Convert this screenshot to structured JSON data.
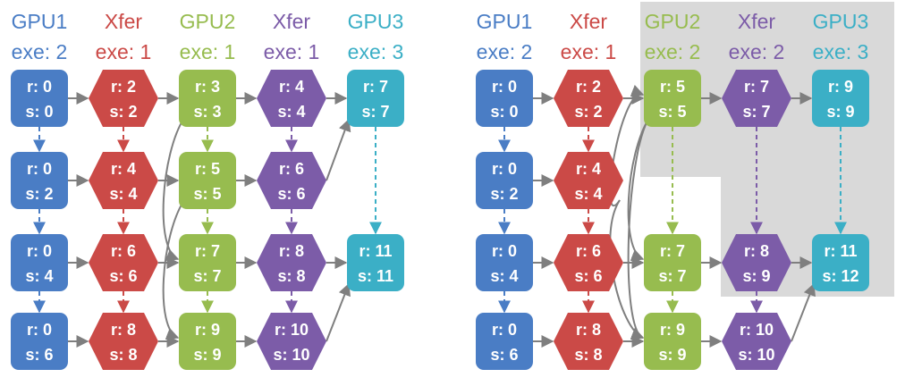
{
  "colors": {
    "gpu1": "#4A7DC5",
    "xfer1": "#CB4A47",
    "gpu2": "#97BC4F",
    "xfer2": "#7C5CA8",
    "gpu3": "#3BAFC6",
    "arrow": "#7F7F7F",
    "shade": "#D9D9D9"
  },
  "left": {
    "headers": [
      {
        "title": "GPU1",
        "exe": "exe: 2",
        "color": "gpu1"
      },
      {
        "title": "Xfer",
        "exe": "exe: 1",
        "color": "xfer1"
      },
      {
        "title": "GPU2",
        "exe": "exe: 1",
        "color": "gpu2"
      },
      {
        "title": "Xfer",
        "exe": "exe: 1",
        "color": "xfer2"
      },
      {
        "title": "GPU3",
        "exe": "exe: 3",
        "color": "gpu3"
      }
    ],
    "nodes": [
      {
        "id": "a0",
        "col": 0,
        "row": 0,
        "shape": "box",
        "r": "r: 0",
        "s": "s: 0"
      },
      {
        "id": "a1",
        "col": 0,
        "row": 1,
        "shape": "box",
        "r": "r: 0",
        "s": "s: 2"
      },
      {
        "id": "a2",
        "col": 0,
        "row": 2,
        "shape": "box",
        "r": "r: 0",
        "s": "s: 4"
      },
      {
        "id": "a3",
        "col": 0,
        "row": 3,
        "shape": "box",
        "r": "r: 0",
        "s": "s: 6"
      },
      {
        "id": "b0",
        "col": 1,
        "row": 0,
        "shape": "hex",
        "r": "r: 2",
        "s": "s: 2"
      },
      {
        "id": "b1",
        "col": 1,
        "row": 1,
        "shape": "hex",
        "r": "r: 4",
        "s": "s: 4"
      },
      {
        "id": "b2",
        "col": 1,
        "row": 2,
        "shape": "hex",
        "r": "r: 6",
        "s": "s: 6"
      },
      {
        "id": "b3",
        "col": 1,
        "row": 3,
        "shape": "hex",
        "r": "r: 8",
        "s": "s: 8"
      },
      {
        "id": "c0",
        "col": 2,
        "row": 0,
        "shape": "box",
        "r": "r: 3",
        "s": "s: 3"
      },
      {
        "id": "c1",
        "col": 2,
        "row": 1,
        "shape": "box",
        "r": "r: 5",
        "s": "s: 5"
      },
      {
        "id": "c2",
        "col": 2,
        "row": 2,
        "shape": "box",
        "r": "r: 7",
        "s": "s: 7"
      },
      {
        "id": "c3",
        "col": 2,
        "row": 3,
        "shape": "box",
        "r": "r: 9",
        "s": "s: 9"
      },
      {
        "id": "d0",
        "col": 3,
        "row": 0,
        "shape": "hex",
        "r": "r: 4",
        "s": "s: 4"
      },
      {
        "id": "d1",
        "col": 3,
        "row": 1,
        "shape": "hex",
        "r": "r: 6",
        "s": "s: 6"
      },
      {
        "id": "d2",
        "col": 3,
        "row": 2,
        "shape": "hex",
        "r": "r: 8",
        "s": "s: 8"
      },
      {
        "id": "d3",
        "col": 3,
        "row": 3,
        "shape": "hex",
        "r": "r: 10",
        "s": "s: 10"
      },
      {
        "id": "e0",
        "col": 4,
        "row": 0,
        "shape": "box",
        "r": "r: 7",
        "s": "s: 7"
      },
      {
        "id": "e2",
        "col": 4,
        "row": 2,
        "shape": "box",
        "r": "r: 11",
        "s": "s: 11"
      }
    ],
    "edges": [
      {
        "from": "a0",
        "to": "a1",
        "style": "dashed"
      },
      {
        "from": "a1",
        "to": "a2",
        "style": "dashed"
      },
      {
        "from": "a2",
        "to": "a3",
        "style": "dashed"
      },
      {
        "from": "b0",
        "to": "b1",
        "style": "dashed"
      },
      {
        "from": "b1",
        "to": "b2",
        "style": "dashed"
      },
      {
        "from": "b2",
        "to": "b3",
        "style": "dashed"
      },
      {
        "from": "c0",
        "to": "c1",
        "style": "dashed"
      },
      {
        "from": "c1",
        "to": "c2",
        "style": "dashed"
      },
      {
        "from": "c2",
        "to": "c3",
        "style": "dashed"
      },
      {
        "from": "d0",
        "to": "d1",
        "style": "dashed"
      },
      {
        "from": "d1",
        "to": "d2",
        "style": "dashed"
      },
      {
        "from": "d2",
        "to": "d3",
        "style": "dashed"
      },
      {
        "from": "e0",
        "to": "e2",
        "style": "dashed"
      },
      {
        "from": "a0",
        "to": "b0",
        "style": "solid"
      },
      {
        "from": "b0",
        "to": "c0",
        "style": "solid"
      },
      {
        "from": "c0",
        "to": "d0",
        "style": "solid"
      },
      {
        "from": "d0",
        "to": "e0",
        "style": "solid"
      },
      {
        "from": "a1",
        "to": "b1",
        "style": "solid"
      },
      {
        "from": "b1",
        "to": "c1",
        "style": "solid"
      },
      {
        "from": "c1",
        "to": "d1",
        "style": "solid"
      },
      {
        "from": "d1",
        "to": "e0",
        "style": "solid"
      },
      {
        "from": "a2",
        "to": "b2",
        "style": "solid"
      },
      {
        "from": "b2",
        "to": "c2",
        "style": "solid"
      },
      {
        "from": "c2",
        "to": "d2",
        "style": "solid"
      },
      {
        "from": "d2",
        "to": "e2",
        "style": "solid"
      },
      {
        "from": "a3",
        "to": "b3",
        "style": "solid"
      },
      {
        "from": "b3",
        "to": "c3",
        "style": "solid"
      },
      {
        "from": "c3",
        "to": "d3",
        "style": "solid"
      },
      {
        "from": "d3",
        "to": "e2",
        "style": "solid"
      },
      {
        "from": "c0",
        "to": "c2",
        "style": "curve"
      },
      {
        "from": "c1",
        "to": "c3",
        "style": "curve"
      }
    ]
  },
  "right": {
    "headers": [
      {
        "title": "GPU1",
        "exe": "exe: 2",
        "color": "gpu1"
      },
      {
        "title": "Xfer",
        "exe": "exe: 1",
        "color": "xfer1"
      },
      {
        "title": "GPU2",
        "exe": "exe: 2",
        "color": "gpu2"
      },
      {
        "title": "Xfer",
        "exe": "exe: 2",
        "color": "xfer2"
      },
      {
        "title": "GPU3",
        "exe": "exe: 3",
        "color": "gpu3"
      }
    ],
    "nodes": [
      {
        "id": "a0",
        "col": 0,
        "row": 0,
        "shape": "box",
        "r": "r: 0",
        "s": "s: 0"
      },
      {
        "id": "a1",
        "col": 0,
        "row": 1,
        "shape": "box",
        "r": "r: 0",
        "s": "s: 2"
      },
      {
        "id": "a2",
        "col": 0,
        "row": 2,
        "shape": "box",
        "r": "r: 0",
        "s": "s: 4"
      },
      {
        "id": "a3",
        "col": 0,
        "row": 3,
        "shape": "box",
        "r": "r: 0",
        "s": "s: 6"
      },
      {
        "id": "b0",
        "col": 1,
        "row": 0,
        "shape": "hex",
        "r": "r: 2",
        "s": "s: 2"
      },
      {
        "id": "b1",
        "col": 1,
        "row": 1,
        "shape": "hex",
        "r": "r: 4",
        "s": "s: 4"
      },
      {
        "id": "b2",
        "col": 1,
        "row": 2,
        "shape": "hex",
        "r": "r: 6",
        "s": "s: 6"
      },
      {
        "id": "b3",
        "col": 1,
        "row": 3,
        "shape": "hex",
        "r": "r: 8",
        "s": "s: 8"
      },
      {
        "id": "c0",
        "col": 2,
        "row": 0,
        "shape": "box",
        "r": "r: 5",
        "s": "s: 5"
      },
      {
        "id": "c2",
        "col": 2,
        "row": 2,
        "shape": "box",
        "r": "r: 7",
        "s": "s: 7"
      },
      {
        "id": "c3",
        "col": 2,
        "row": 3,
        "shape": "box",
        "r": "r: 9",
        "s": "s: 9"
      },
      {
        "id": "d0",
        "col": 3,
        "row": 0,
        "shape": "hex",
        "r": "r: 7",
        "s": "s: 7"
      },
      {
        "id": "d2",
        "col": 3,
        "row": 2,
        "shape": "hex",
        "r": "r: 8",
        "s": "s: 9"
      },
      {
        "id": "d3",
        "col": 3,
        "row": 3,
        "shape": "hex",
        "r": "r: 10",
        "s": "s: 10"
      },
      {
        "id": "e0",
        "col": 4,
        "row": 0,
        "shape": "box",
        "r": "r: 9",
        "s": "s: 9"
      },
      {
        "id": "e2",
        "col": 4,
        "row": 2,
        "shape": "box",
        "r": "r: 11",
        "s": "s: 12"
      }
    ],
    "edges": [
      {
        "from": "a0",
        "to": "a1",
        "style": "dashed"
      },
      {
        "from": "a1",
        "to": "a2",
        "style": "dashed"
      },
      {
        "from": "a2",
        "to": "a3",
        "style": "dashed"
      },
      {
        "from": "b0",
        "to": "b1",
        "style": "dashed"
      },
      {
        "from": "b1",
        "to": "b2",
        "style": "dashed"
      },
      {
        "from": "b2",
        "to": "b3",
        "style": "dashed"
      },
      {
        "from": "c0",
        "to": "c2",
        "style": "dashed"
      },
      {
        "from": "c2",
        "to": "c3",
        "style": "dashed"
      },
      {
        "from": "d0",
        "to": "d2",
        "style": "dashed"
      },
      {
        "from": "d2",
        "to": "d3",
        "style": "dashed"
      },
      {
        "from": "e0",
        "to": "e2",
        "style": "dashed"
      },
      {
        "from": "a0",
        "to": "b0",
        "style": "solid"
      },
      {
        "from": "b0",
        "to": "c0",
        "style": "solid"
      },
      {
        "from": "c0",
        "to": "d0",
        "style": "solid"
      },
      {
        "from": "d0",
        "to": "e0",
        "style": "solid"
      },
      {
        "from": "a1",
        "to": "b1",
        "style": "solid"
      },
      {
        "from": "a2",
        "to": "b2",
        "style": "solid"
      },
      {
        "from": "b2",
        "to": "c2",
        "style": "solid"
      },
      {
        "from": "c2",
        "to": "d2",
        "style": "solid"
      },
      {
        "from": "d2",
        "to": "e2",
        "style": "solid"
      },
      {
        "from": "a3",
        "to": "b3",
        "style": "solid"
      },
      {
        "from": "b3",
        "to": "c3",
        "style": "solid"
      },
      {
        "from": "c3",
        "to": "d3",
        "style": "solid"
      },
      {
        "from": "d3",
        "to": "e2",
        "style": "solid"
      },
      {
        "from": "b1",
        "to": "c0",
        "style": "curve"
      },
      {
        "from": "b1",
        "to": "c3",
        "style": "curve"
      },
      {
        "from": "c0",
        "to": "c2",
        "style": "curve"
      },
      {
        "from": "c0",
        "to": "c3",
        "style": "curve"
      }
    ],
    "shade": true
  }
}
